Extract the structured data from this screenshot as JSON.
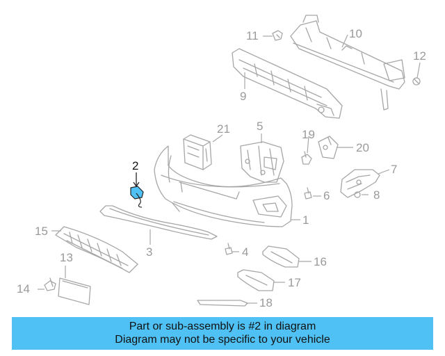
{
  "diagram": {
    "highlight_color": "#4fc1f4",
    "callouts": {
      "c1": "1",
      "c2": "2",
      "c3": "3",
      "c4": "4",
      "c5": "5",
      "c6": "6",
      "c7": "7",
      "c8": "8",
      "c9": "9",
      "c10": "10",
      "c11": "11",
      "c12": "12",
      "c13": "13",
      "c14": "14",
      "c15": "15",
      "c16": "16",
      "c17": "17",
      "c18": "18",
      "c19": "19",
      "c20": "20",
      "c21": "21"
    },
    "highlighted_part": "2"
  },
  "banner": {
    "line1": "Part or sub-assembly is #2 in diagram",
    "line2": "Diagram may not be specific to your vehicle",
    "color": "#4fc1f4"
  }
}
